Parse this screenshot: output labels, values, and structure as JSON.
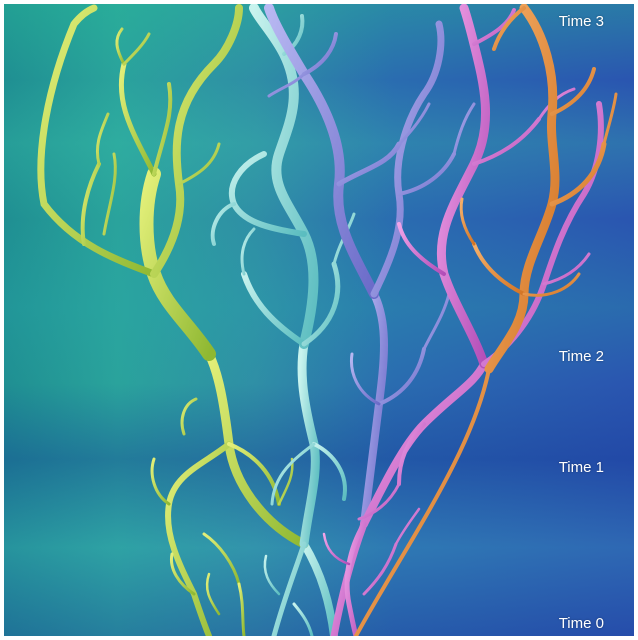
{
  "time_labels": {
    "t3": "Time 3",
    "t2": "Time 2",
    "t1": "Time 1",
    "t0": "Time 0"
  },
  "lineage_colors": {
    "yellow_green": "#bcd84a",
    "cyan": "#7fd6d0",
    "lavender": "#8f8fd8",
    "magenta": "#d46ad0",
    "orange": "#e58a3c"
  }
}
